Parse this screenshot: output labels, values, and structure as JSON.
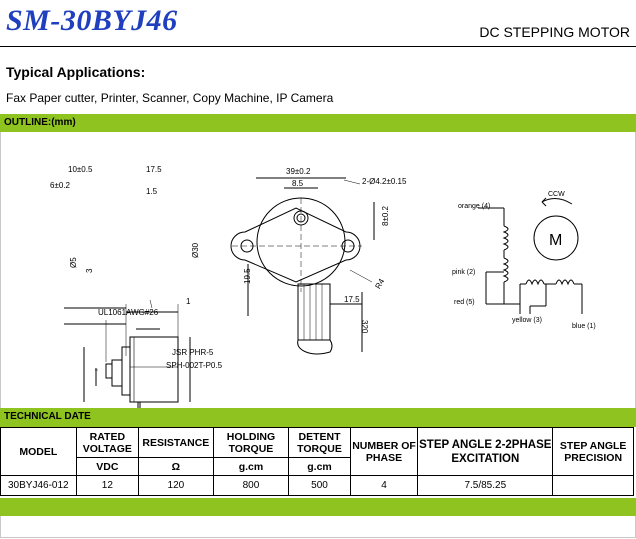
{
  "header": {
    "title": "SM-30BYJ46",
    "subtitle": "DC STEPPING MOTOR"
  },
  "applications": {
    "heading": "Typical Applications:",
    "text": "Fax Paper cutter, Printer, Scanner, Copy Machine, IP Camera"
  },
  "outline": {
    "label": "OUTLINE:(mm)",
    "side_view": {
      "dims": [
        "10±0.5",
        "17.5",
        "6±0.2",
        "1.5",
        "Ø5",
        "3",
        "Ø30",
        "1"
      ],
      "wire_label": "UL1061AWG#26",
      "connector_1": "JSR PHR-5",
      "connector_2": "SPH-002T-P0.5"
    },
    "front_view": {
      "dims": [
        "39±0.2",
        "8.5",
        "2-Ø4.2±0.15",
        "8±0.2",
        "19.5",
        "R4",
        "17.5",
        "320"
      ]
    },
    "wiring": {
      "wires": [
        "orange (4)",
        "pink (2)",
        "red (5)",
        "yellow (3)",
        "blue (1)"
      ],
      "rotation": "CCW",
      "motor_symbol": "M"
    }
  },
  "technical": {
    "label": "TECHNICAL DATE",
    "headers": {
      "model": "MODEL",
      "rated_voltage": "RATED VOLTAGE",
      "resistance": "RESISTANCE",
      "holding_torque": "HOLDING TORQUE",
      "detent_torque": "DETENT TORQUE",
      "phases": "NUMBER OF PHASE",
      "step_angle": "STEP ANGLE 2-2PHASE EXCITATION",
      "precision": "STEP ANGLE PRECISION"
    },
    "units": {
      "rated_voltage": "VDC",
      "resistance": "Ω",
      "holding_torque": "g.cm",
      "detent_torque": "g.cm"
    },
    "row": {
      "model": "30BYJ46-012",
      "rated_voltage": "12",
      "resistance": "120",
      "holding_torque": "800",
      "detent_torque": "500",
      "phases": "4",
      "step_angle": "7.5/85.25",
      "precision": ""
    }
  }
}
